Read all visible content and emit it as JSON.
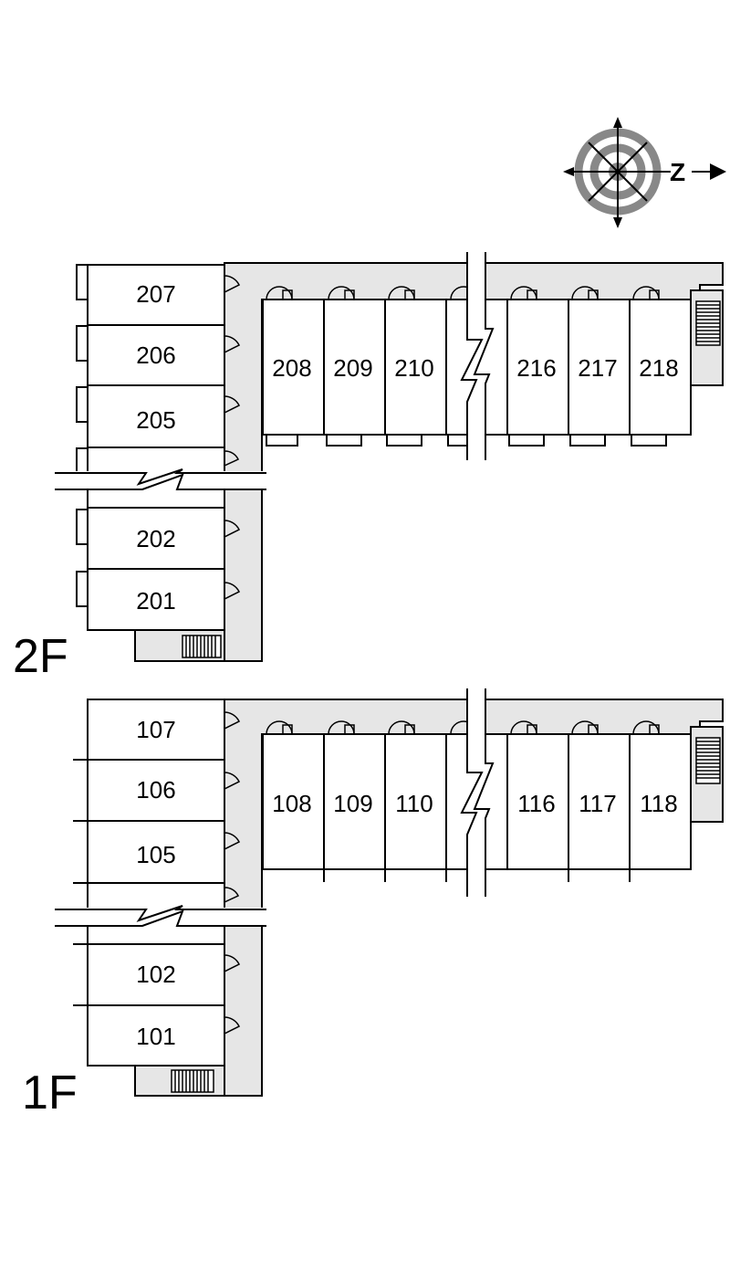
{
  "compass": {
    "north_label": "Z",
    "icon": "compass-rose-icon"
  },
  "floors": [
    {
      "floor_label": "2F",
      "west_units": [
        "207",
        "206",
        "205",
        "202",
        "201"
      ],
      "east_units": [
        "208",
        "209",
        "210",
        "216",
        "217",
        "218"
      ]
    },
    {
      "floor_label": "1F",
      "west_units": [
        "107",
        "106",
        "105",
        "102",
        "101"
      ],
      "east_units": [
        "108",
        "109",
        "110",
        "116",
        "117",
        "118"
      ]
    }
  ],
  "colors": {
    "line": "#000000",
    "corridor": "#e6e6e6",
    "compass_ring": "#888888",
    "background": "#ffffff"
  }
}
